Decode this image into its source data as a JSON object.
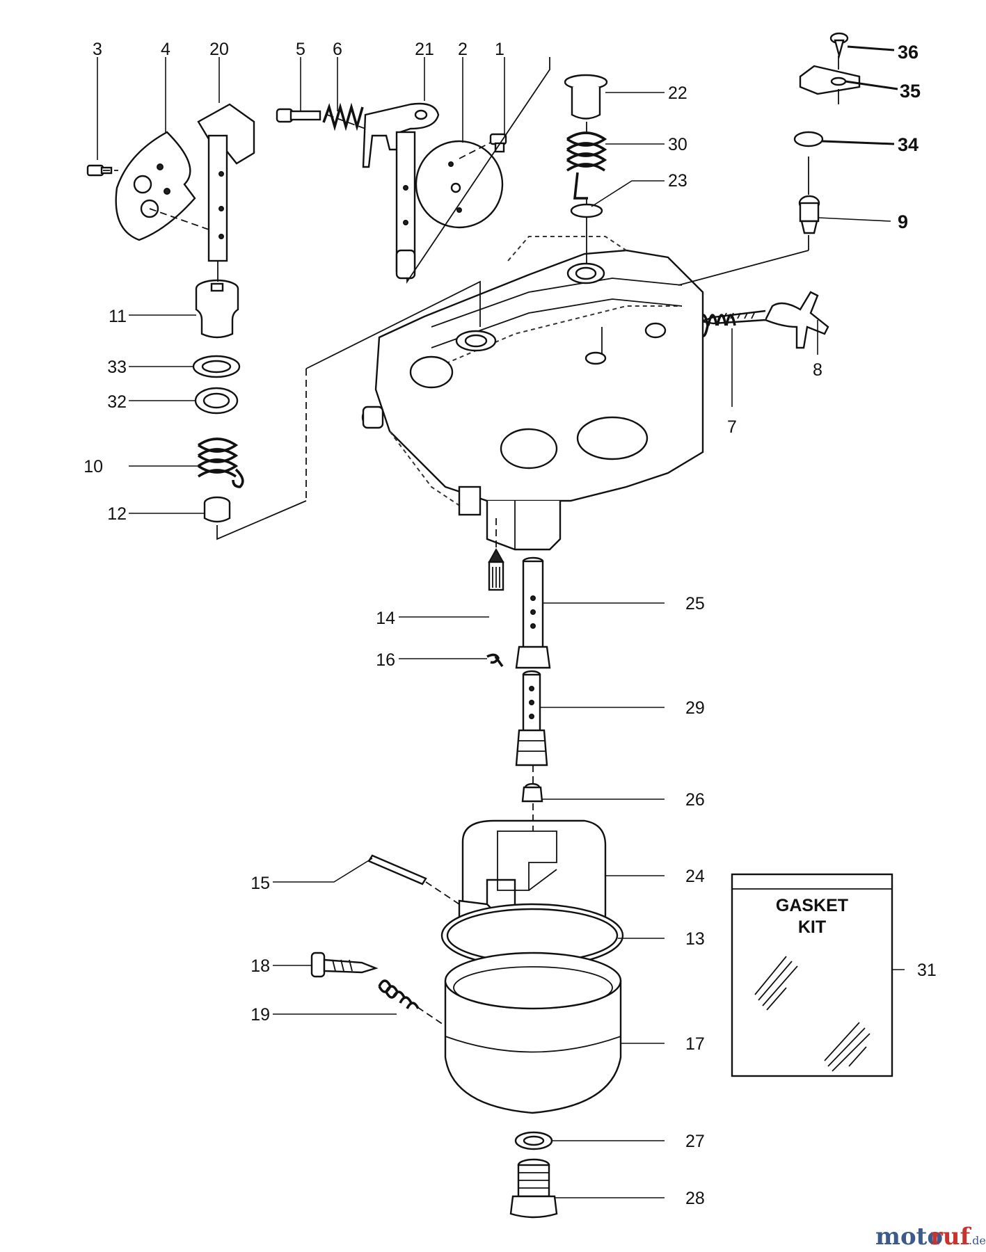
{
  "parts": [
    {
      "id": "1",
      "label": "1"
    },
    {
      "id": "2",
      "label": "2"
    },
    {
      "id": "3",
      "label": "3"
    },
    {
      "id": "4",
      "label": "4"
    },
    {
      "id": "5",
      "label": "5"
    },
    {
      "id": "6",
      "label": "6"
    },
    {
      "id": "7",
      "label": "7"
    },
    {
      "id": "8",
      "label": "8"
    },
    {
      "id": "9",
      "label": "9"
    },
    {
      "id": "10",
      "label": "10"
    },
    {
      "id": "11",
      "label": "11"
    },
    {
      "id": "12",
      "label": "12"
    },
    {
      "id": "13",
      "label": "13"
    },
    {
      "id": "14",
      "label": "14"
    },
    {
      "id": "15",
      "label": "15"
    },
    {
      "id": "16",
      "label": "16"
    },
    {
      "id": "17",
      "label": "17"
    },
    {
      "id": "18",
      "label": "18"
    },
    {
      "id": "19",
      "label": "19"
    },
    {
      "id": "20",
      "label": "20"
    },
    {
      "id": "21",
      "label": "21"
    },
    {
      "id": "22",
      "label": "22"
    },
    {
      "id": "23",
      "label": "23"
    },
    {
      "id": "24",
      "label": "24"
    },
    {
      "id": "25",
      "label": "25"
    },
    {
      "id": "26",
      "label": "26"
    },
    {
      "id": "27",
      "label": "27"
    },
    {
      "id": "28",
      "label": "28"
    },
    {
      "id": "29",
      "label": "29"
    },
    {
      "id": "30",
      "label": "30"
    },
    {
      "id": "31",
      "label": "31"
    },
    {
      "id": "32",
      "label": "32"
    },
    {
      "id": "33",
      "label": "33"
    },
    {
      "id": "34",
      "label": "34"
    },
    {
      "id": "35",
      "label": "35"
    },
    {
      "id": "36",
      "label": "36"
    }
  ],
  "gasket_kit": {
    "line1": "GASKET",
    "line2": "KIT"
  },
  "watermark": {
    "part1": "moto",
    "part2": "ruf",
    "suffix": ".de"
  }
}
